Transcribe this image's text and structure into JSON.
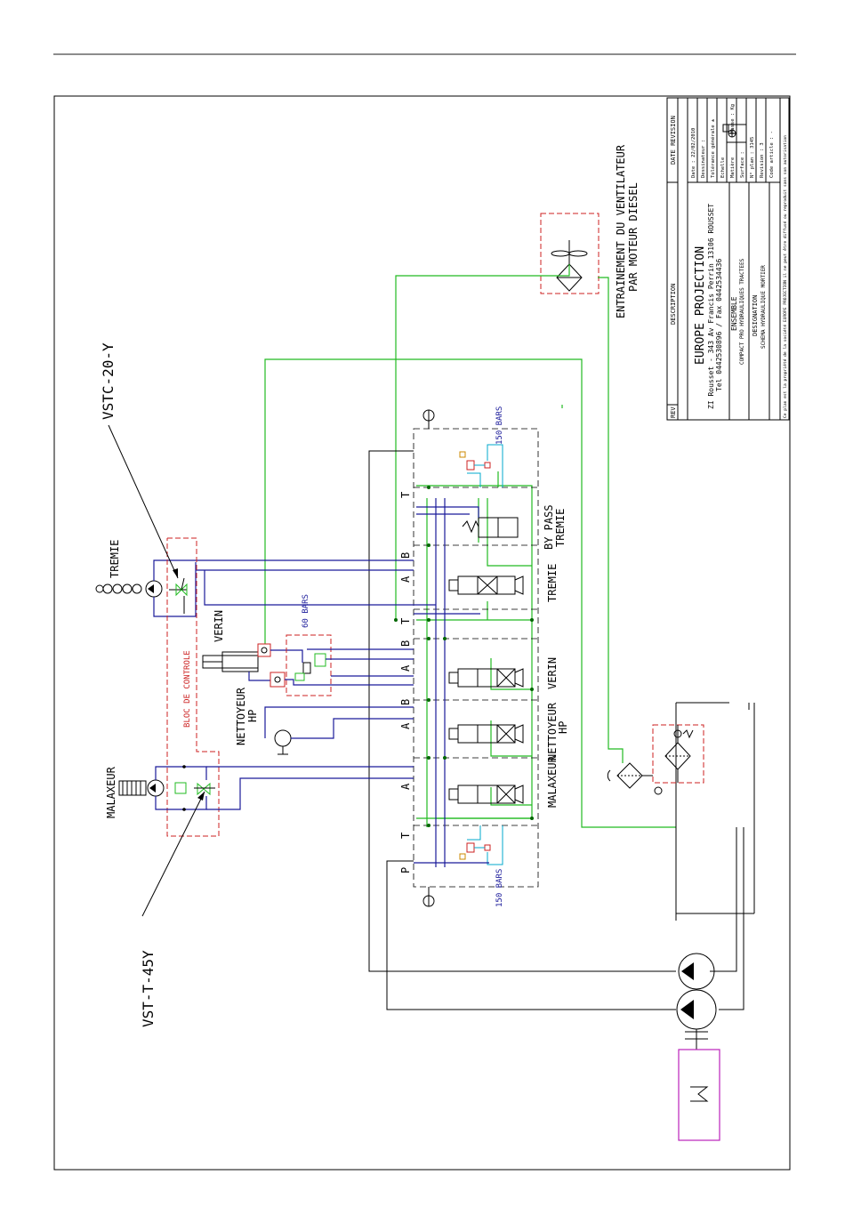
{
  "labels": {
    "vstc": "VSTC-20-Y",
    "vst": "VST-T-45Y",
    "tremie": "TREMIE",
    "malaxeur": "MALAXEUR",
    "verin": "VERIN",
    "nettoyeur": "NETTOYEUR",
    "hp": "HP",
    "bloc": "BLOC DE CONTROLE",
    "bars60": "60 BARS",
    "bars150_top": "150 BARS",
    "bars150_bottom": "150 BARS",
    "entrainement": "ENTRAINEMENT DU VENTILATEUR",
    "moteur": "PAR MOTEUR DIESEL",
    "sec_malaxeur": "MALAXEUR",
    "sec_nettoyeur": "NETTOYEUR",
    "sec_nettoyeur_hp": "HP",
    "sec_verin": "VERIN",
    "sec_tremie": "TREMIE",
    "sec_bypass": "BY PASS",
    "sec_bypass2": "TREMIE",
    "port_p": "P",
    "port_t": "T",
    "port_a": "A",
    "port_b": "B"
  },
  "title_block": {
    "rev": "REV",
    "description": "DESCRIPTION",
    "date_revision": "DATE REVISION",
    "company": "EUROPE PROJECTION",
    "address": "ZI Rousset - 343 Av Francis Perrin 13106 ROUSSET",
    "phone": "Tel 0442530896 / Fax 0442534436",
    "ensemble": "ENSEMBLE",
    "ensemble_name": "COMPACT PRO HYDRAULIQUES TRACTEES",
    "designation": "DESIGNATION",
    "designation_name": "SCHEMA HYDRAULIQUE MORTIER",
    "date": "Date : 22/02/2010",
    "dessinateur": "Dessinateur :",
    "tolerance": "Tolérance générale ±",
    "echelle": "Echelle",
    "masse": "Masse : Kg",
    "matiere": "Matière",
    "surface": "Surface :",
    "plan": "N° plan : 3145",
    "revision": "Revision : 3",
    "code": "Code article : -",
    "notice": "Ce plan est la propriété de la société EUROPE PROJECTION il ne peut être diffusé ou reproduit sans son autorisation"
  }
}
